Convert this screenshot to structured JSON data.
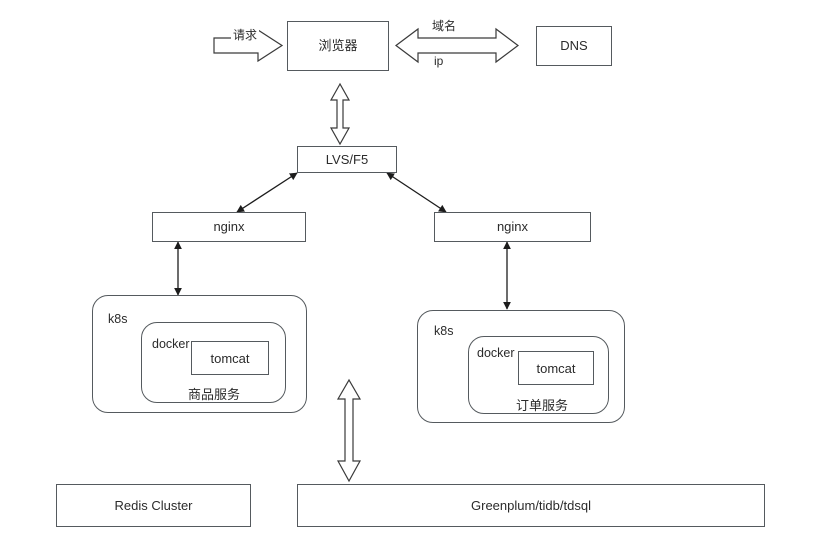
{
  "diagram": {
    "title": "Web Service Architecture Diagram",
    "background_color": "#ffffff",
    "stroke_color": "#555a5e",
    "text_color": "#2b2b2b",
    "nodes": {
      "browser": {
        "label": "浏览器"
      },
      "dns": {
        "label": "DNS"
      },
      "lvs": {
        "label": "LVS/F5"
      },
      "nginx_left": {
        "label": "nginx"
      },
      "nginx_right": {
        "label": "nginx"
      },
      "k8s_left": {
        "label": "k8s"
      },
      "docker_left": {
        "label": "docker"
      },
      "tomcat_left": {
        "label": "tomcat"
      },
      "service_left": {
        "label": "商品服务"
      },
      "k8s_right": {
        "label": "k8s"
      },
      "docker_right": {
        "label": "docker"
      },
      "tomcat_right": {
        "label": "tomcat"
      },
      "service_right": {
        "label": "订单服务"
      },
      "redis": {
        "label": "Redis Cluster"
      },
      "database": {
        "label": "Greenplum/tidb/tdsql"
      }
    },
    "edge_labels": {
      "request": "请求",
      "domain_name": "域名",
      "ip": "ip"
    }
  }
}
